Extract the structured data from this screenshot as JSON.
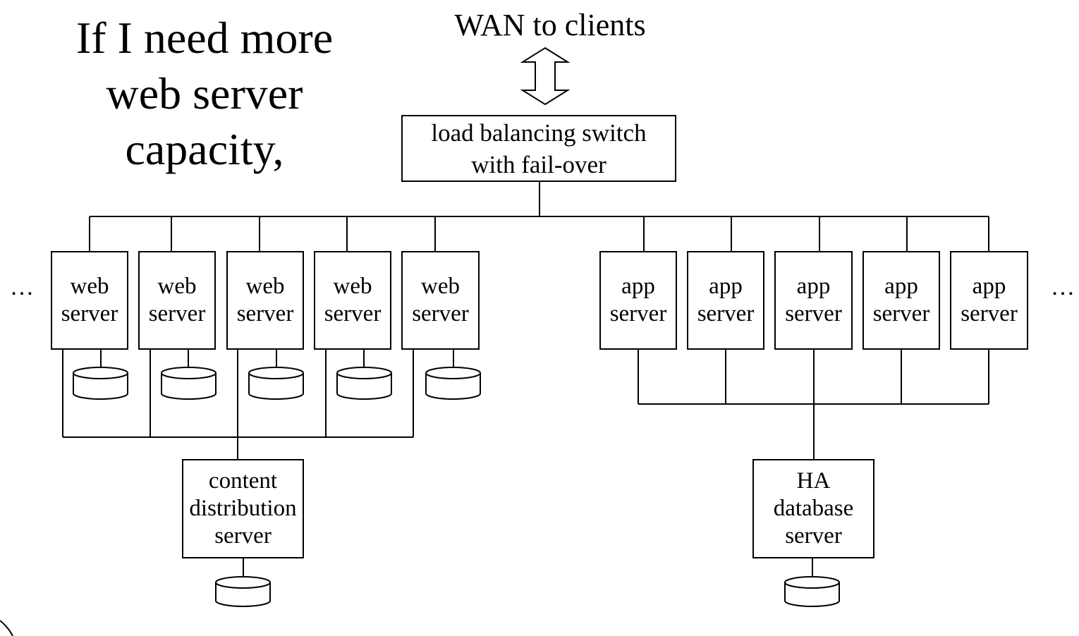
{
  "heading": {
    "lines": [
      "If I need more",
      "web server",
      "capacity,"
    ]
  },
  "wan_label": "WAN to clients",
  "load_balancer": {
    "lines": [
      "load balancing switch",
      "with fail-over"
    ]
  },
  "web_servers": [
    {
      "lines": [
        "web",
        "server"
      ]
    },
    {
      "lines": [
        "web",
        "server"
      ]
    },
    {
      "lines": [
        "web",
        "server"
      ]
    },
    {
      "lines": [
        "web",
        "server"
      ]
    },
    {
      "lines": [
        "web",
        "server"
      ]
    }
  ],
  "app_servers": [
    {
      "lines": [
        "app",
        "server"
      ]
    },
    {
      "lines": [
        "app",
        "server"
      ]
    },
    {
      "lines": [
        "app",
        "server"
      ]
    },
    {
      "lines": [
        "app",
        "server"
      ]
    },
    {
      "lines": [
        "app",
        "server"
      ]
    }
  ],
  "content_server": {
    "lines": [
      "content",
      "distribution",
      "server"
    ]
  },
  "db_server": {
    "lines": [
      "HA",
      "database",
      "server"
    ]
  },
  "ellipsis_left": "…",
  "ellipsis_right": "…"
}
